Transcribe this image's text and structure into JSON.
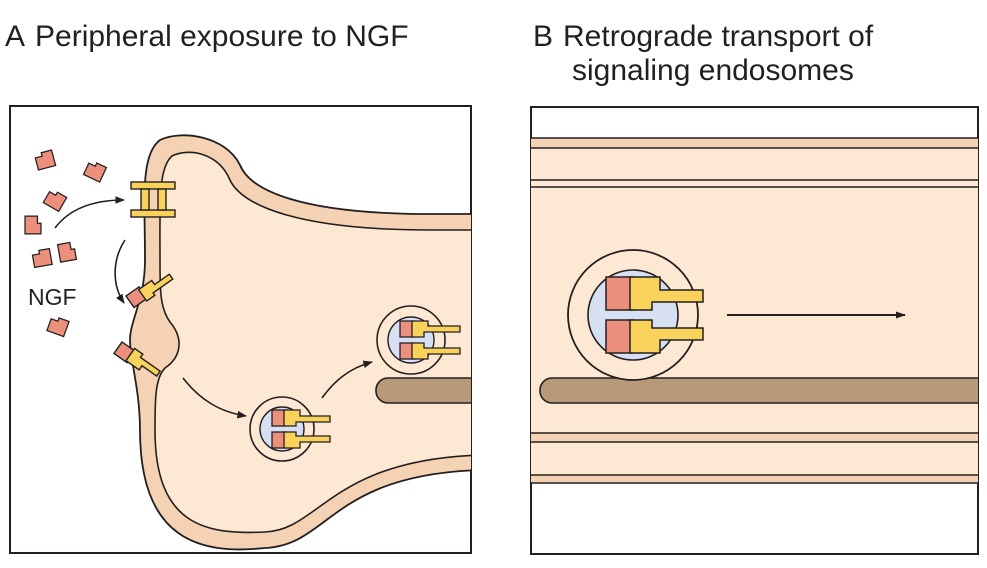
{
  "panel_a": {
    "letter": "A",
    "title": "Peripheral exposure to NGF",
    "ngf_label": "NGF"
  },
  "panel_b": {
    "letter": "B",
    "title_line1": "Retrograde transport of",
    "title_line2": "signaling endosomes"
  },
  "colors": {
    "cytoplasm": "#fde8d3",
    "membrane": "#f6d2b4",
    "outline": "#231f20",
    "ngf": "#ec8f7c",
    "receptor": "#f8d25a",
    "endosome_lumen": "#d7e0f3",
    "microtubule": "#b89a7b"
  }
}
